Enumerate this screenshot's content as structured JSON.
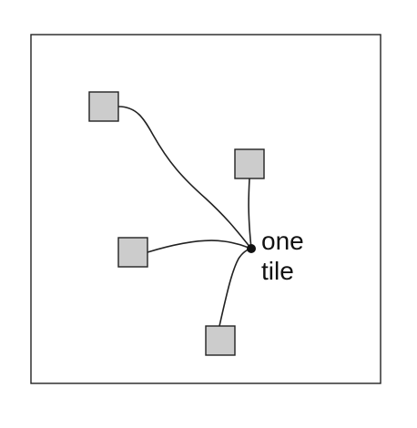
{
  "diagram": {
    "hub_label_lines": [
      "one",
      "tile"
    ],
    "colors": {
      "background": "#ffffff",
      "frame_stroke": "#222222",
      "tile_fill": "#cccccc",
      "tile_stroke": "#222222",
      "edge_stroke": "#222222",
      "hub_fill": "#111111"
    },
    "nodes": [
      {
        "id": "square-top-left"
      },
      {
        "id": "square-top-right"
      },
      {
        "id": "square-left"
      },
      {
        "id": "square-bottom"
      }
    ],
    "edges": [
      {
        "from": "square-top-left",
        "to": "hub"
      },
      {
        "from": "square-top-right",
        "to": "hub"
      },
      {
        "from": "square-left",
        "to": "hub"
      },
      {
        "from": "square-bottom",
        "to": "hub"
      }
    ]
  }
}
